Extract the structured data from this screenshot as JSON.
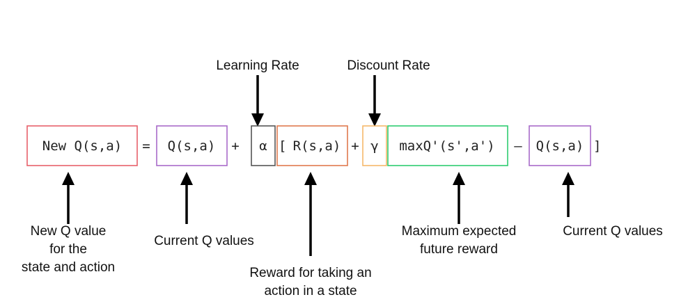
{
  "colors": {
    "new_q": "#e8606a",
    "current_q": "#a86bc9",
    "alpha": "#555555",
    "reward": "#e07a4e",
    "gamma": "#f5b86b",
    "max_q": "#2ecc71",
    "text": "#111111"
  },
  "equation": {
    "new_q": "New Q(s,a)",
    "equals": "=",
    "current_q": "Q(s,a)",
    "plus_1": "+",
    "alpha": "α",
    "open_bracket": "[",
    "reward": "R(s,a)",
    "plus_2": "+",
    "gamma": "γ",
    "max_q": "maxQ'(s',a')",
    "minus": "–",
    "current_q_2": "Q(s,a)",
    "close_bracket": "]"
  },
  "labels": {
    "learning_rate": "Learning Rate",
    "discount_rate": "Discount Rate",
    "new_q_value": [
      "New Q value",
      "for the",
      "state and action"
    ],
    "current_q_values_1": "Current Q values",
    "reward_desc": [
      "Reward for taking an",
      "action in a state"
    ],
    "max_expected": [
      "Maximum expected",
      "future reward"
    ],
    "current_q_values_2": "Current Q values"
  }
}
